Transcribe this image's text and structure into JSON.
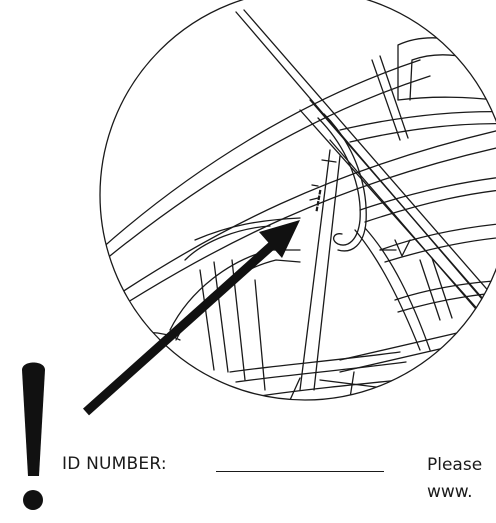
{
  "id_label": "ID NUMBER:",
  "note": {
    "line1": "Please",
    "line2": "www."
  },
  "icons": {
    "warning": "exclamation-icon",
    "pointer": "arrow-icon"
  },
  "colors": {
    "ink": "#1a1a1a",
    "background": "#ffffff"
  }
}
